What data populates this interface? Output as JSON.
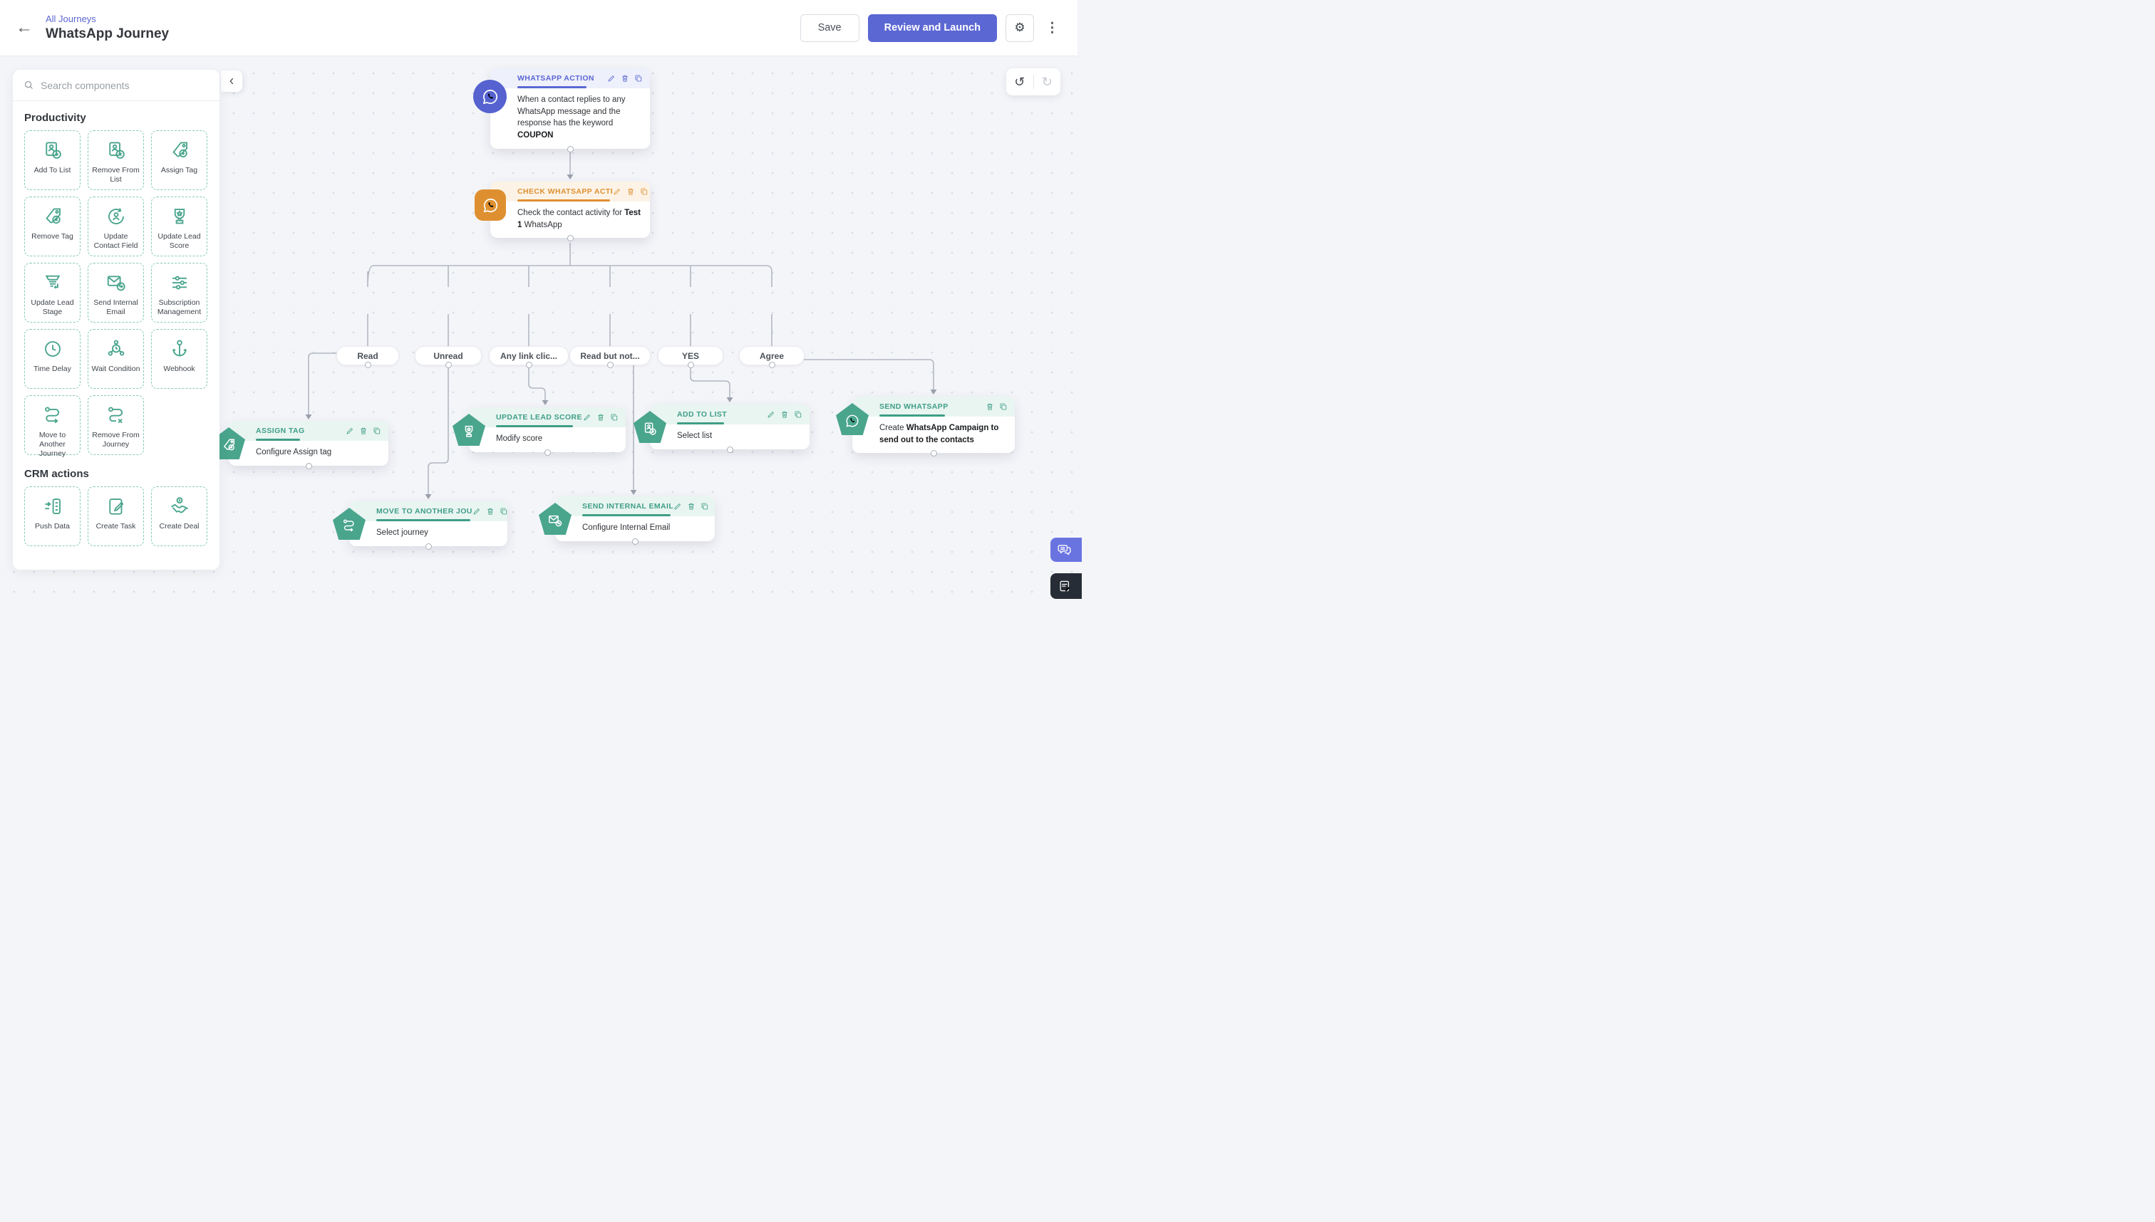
{
  "header": {
    "breadcrumb": "All Journeys",
    "title": "WhatsApp Journey",
    "save_label": "Save",
    "review_label": "Review and Launch",
    "icons": [
      "back-arrow-icon",
      "gear-icon",
      "kebab-menu-icon"
    ]
  },
  "sidebar": {
    "search_placeholder": "Search components",
    "sections": [
      {
        "title": "Productivity",
        "items": [
          {
            "label": "Add To List",
            "icon": "add-to-list-icon"
          },
          {
            "label": "Remove From List",
            "icon": "remove-from-list-icon"
          },
          {
            "label": "Assign Tag",
            "icon": "assign-tag-icon"
          },
          {
            "label": "Remove Tag",
            "icon": "remove-tag-icon"
          },
          {
            "label": "Update Contact Field",
            "icon": "update-contact-field-icon"
          },
          {
            "label": "Update Lead Score",
            "icon": "trophy-icon"
          },
          {
            "label": "Update Lead Stage",
            "icon": "funnel-icon"
          },
          {
            "label": "Send Internal Email",
            "icon": "email-send-icon"
          },
          {
            "label": "Subscription Management",
            "icon": "sliders-icon"
          },
          {
            "label": "Time Delay",
            "icon": "clock-icon"
          },
          {
            "label": "Wait Condition",
            "icon": "wait-condition-icon"
          },
          {
            "label": "Webhook",
            "icon": "anchor-icon"
          },
          {
            "label": "Move to Another Journey",
            "icon": "route-arrow-icon"
          },
          {
            "label": "Remove From Journey",
            "icon": "route-x-icon"
          }
        ]
      },
      {
        "title": "CRM actions",
        "items": [
          {
            "label": "Push Data",
            "icon": "push-data-icon"
          },
          {
            "label": "Create Task",
            "icon": "create-task-icon"
          },
          {
            "label": "Create Deal",
            "icon": "handshake-icon"
          }
        ]
      }
    ]
  },
  "canvas": {
    "history": {
      "undo": "undo-icon",
      "redo": "redo-icon"
    },
    "nodes": {
      "whatsapp_action": {
        "title": "WHATSAPP ACTION",
        "body": [
          {
            "t": "When a contact replies to any WhatsApp message and the response has the keyword "
          },
          {
            "t": "COUPON",
            "b": true
          }
        ]
      },
      "check_whatsapp": {
        "title": "CHECK WHATSAPP ACTI",
        "body": [
          {
            "t": "Check the contact activity for "
          },
          {
            "t": "Test 1",
            "b": true
          },
          {
            "t": " WhatsApp"
          }
        ]
      },
      "assign_tag": {
        "title": "ASSIGN TAG",
        "body": [
          {
            "t": "Configure Assign tag"
          }
        ]
      },
      "update_score": {
        "title": "UPDATE LEAD SCORE",
        "body": [
          {
            "t": "Modify score"
          }
        ]
      },
      "add_to_list": {
        "title": "ADD TO LIST",
        "body": [
          {
            "t": "Select list"
          }
        ]
      },
      "send_whatsapp": {
        "title": "SEND WHATSAPP",
        "body": [
          {
            "t": "Create "
          },
          {
            "t": "WhatsApp Campaign to send out to the contacts",
            "b": true
          }
        ]
      },
      "move_journey": {
        "title": "MOVE TO ANOTHER JOU",
        "body": [
          {
            "t": "Select journey"
          }
        ]
      },
      "internal_email": {
        "title": "SEND INTERNAL EMAIL",
        "body": [
          {
            "t": "Configure Internal Email"
          }
        ]
      }
    },
    "branches": [
      "Read",
      "Unread",
      "Any link clic...",
      "Read but not...",
      "YES",
      "Agree"
    ]
  },
  "colors": {
    "accent_indigo": "#5b67d3",
    "accent_orange": "#de9031",
    "accent_teal": "#3f9e86",
    "badge_teal": "#4aa58d",
    "canvas_bg": "#f4f5f9"
  }
}
